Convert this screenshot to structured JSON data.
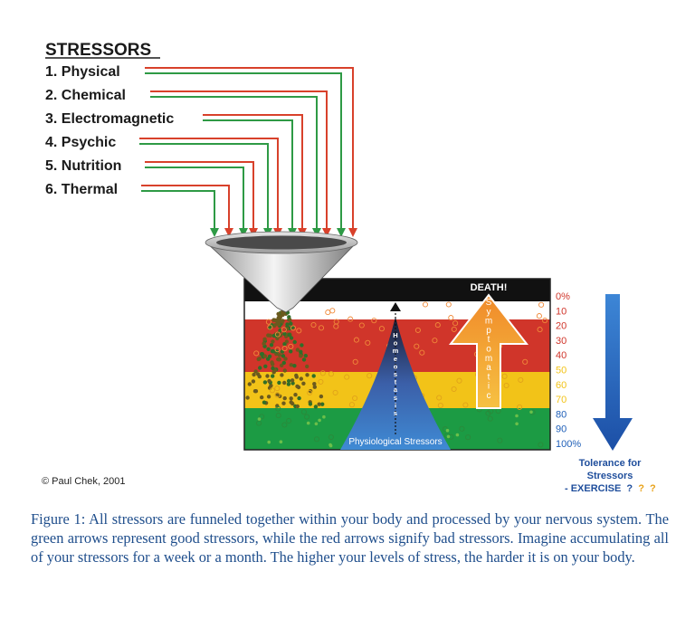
{
  "stressors_title": "STRESSORS",
  "stressors": [
    "1. Physical",
    "2. Chemical",
    "3. Electromagnetic",
    "4. Psychic",
    "5. Nutrition",
    "6. Thermal"
  ],
  "death_label": "DEATH!",
  "symptomatic_label": "Symptomatic",
  "homeostasis_label": "Homeostasis",
  "physiological_label": "Physiological Stressors",
  "scale_labels": [
    "0%",
    "10",
    "20",
    "30",
    "40",
    "50",
    "60",
    "70",
    "80",
    "90",
    "100%"
  ],
  "tolerance_line1": "Tolerance for",
  "tolerance_line2": "Stressors",
  "exercise_label": "- EXERCISE",
  "question_marks": [
    "?",
    "?",
    "?"
  ],
  "copyright": "© Paul Chek, 2001",
  "caption": "Figure 1: All stressors are funneled together within your body and processed by your nervous system. The green arrows represent good stressors, while the red arrows signify bad stressors. Imagine accumulating all of your stressors for a week or a month. The higher your levels of stress, the harder it is on your body.",
  "colors": {
    "good_arrow": "#2e9a45",
    "bad_arrow": "#d8412b",
    "band_black": "#111111",
    "band_white": "#ffffff",
    "band_red": "#d0352a",
    "band_yellow": "#f2c318",
    "band_green": "#1c9b44",
    "tolerance_arrow": "#1f5fb8",
    "caption_text": "#1f4e8c"
  }
}
